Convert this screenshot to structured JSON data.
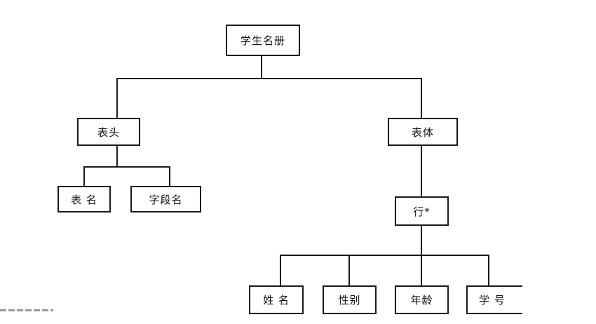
{
  "diagram": {
    "kind": "tree-hierarchy",
    "nodes": {
      "root": {
        "label": "学生名册"
      },
      "header": {
        "label": "表头"
      },
      "body": {
        "label": "表体"
      },
      "table_name": {
        "label": "表 名"
      },
      "field_name": {
        "label": "字段名"
      },
      "row": {
        "label": "行*"
      },
      "name": {
        "label": "姓 名"
      },
      "gender": {
        "label": "性别"
      },
      "age": {
        "label": "年龄"
      },
      "student_id": {
        "label": "学 号"
      }
    },
    "structure": {
      "学生名册": [
        "表头",
        "表体"
      ],
      "表头": [
        "表 名",
        "字段名"
      ],
      "表体": [
        "行*"
      ],
      "行*": [
        "姓 名",
        "性别",
        "年龄",
        "学 号"
      ]
    },
    "colors": {
      "line": "#1a1a1a",
      "box_border": "#1a1a1a",
      "box_fill": "#ffffff",
      "text": "#111111",
      "dashed_underline": "#989898",
      "background": "#ffffff"
    },
    "notes": {
      "clipped_node": "学 号 box is clipped at the right edge of the picture (no right border visible)",
      "decoration": "short gray dashed line at bottom-left corner"
    }
  }
}
